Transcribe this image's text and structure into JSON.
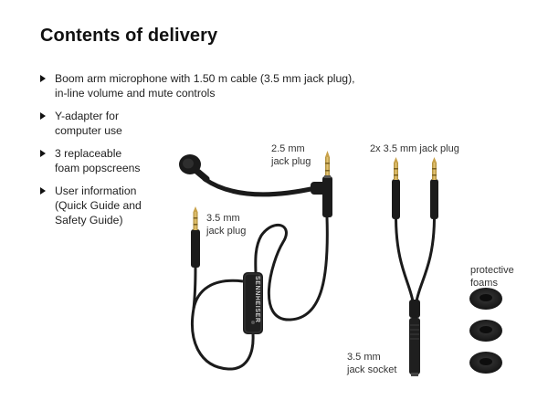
{
  "heading": "Contents of delivery",
  "items": [
    {
      "lines": [
        "Boom arm microphone with 1.50 m cable (3.5 mm jack plug),",
        "in-line volume and mute controls"
      ]
    },
    {
      "lines": [
        "Y-adapter for",
        "computer use"
      ]
    },
    {
      "lines": [
        "3 replaceable",
        "foam popscreens"
      ]
    },
    {
      "lines": [
        "User information",
        "(Quick Guide and",
        "Safety Guide)"
      ]
    }
  ],
  "labels": {
    "plug_25": [
      "2.5 mm",
      "jack plug"
    ],
    "plug_35": [
      "3.5 mm",
      "jack plug"
    ],
    "plug_2x35": [
      "2x 3.5 mm jack plug"
    ],
    "socket_35": [
      "3.5 mm",
      "jack socket"
    ],
    "foams": [
      "protective",
      "foams"
    ]
  },
  "brand_text": "SENNHEISER",
  "colors": {
    "cable": "#1b1b1b",
    "gold": "#c9a24a",
    "text": "#222222"
  }
}
